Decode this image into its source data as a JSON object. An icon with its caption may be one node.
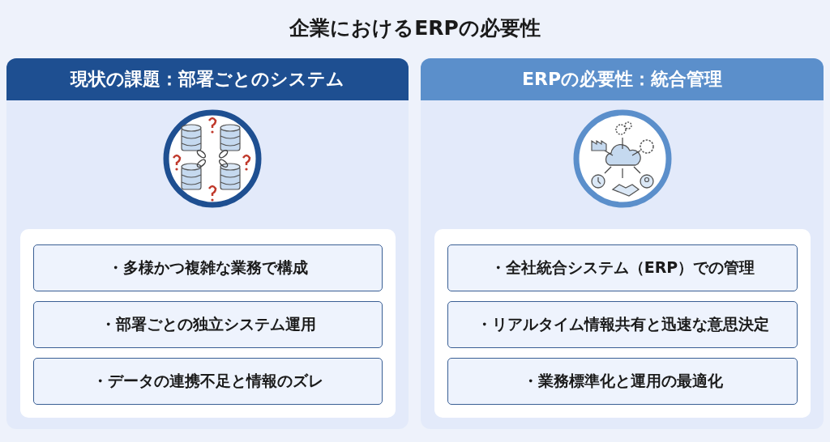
{
  "diagram": {
    "title": "企業におけるERPの必要性",
    "nodes": [
      {
        "text": [
          "現状の課題：部署ごとのシステム"
        ]
      },
      {
        "text": [
          "・多様かつ複雑な業務で構成"
        ],
        "in": 0
      },
      {
        "text": [
          "・部署ごとの独立システム運用"
        ],
        "in": 0
      },
      {
        "text": [
          "・データの連携不足と情報のズレ"
        ],
        "in": 0
      },
      {
        "text": [
          "ERPの必要性：統合管理"
        ]
      },
      {
        "text": [
          "・全社統合システム（ERP）での管理"
        ],
        "in": 4
      },
      {
        "text": [
          "・リアルタイム情報共有と迅速な意思決定"
        ],
        "in": 4
      },
      {
        "text": [
          "・業務標準化と運用の最適化"
        ],
        "in": 4
      }
    ]
  }
}
